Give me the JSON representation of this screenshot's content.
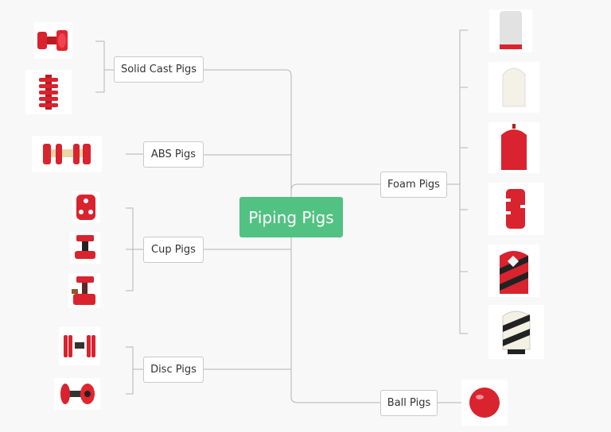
{
  "root": {
    "label": "Piping Pigs"
  },
  "left_branches": [
    {
      "label": "Solid Cast Pigs"
    },
    {
      "label": "ABS Pigs"
    },
    {
      "label": "Cup Pigs"
    },
    {
      "label": "Disc Pigs"
    }
  ],
  "right_branches": [
    {
      "label": "Foam Pigs"
    },
    {
      "label": "Ball Pigs"
    }
  ],
  "colors": {
    "root": "#52c282",
    "line": "#b5b5b5",
    "pig_red": "#d9232e"
  }
}
